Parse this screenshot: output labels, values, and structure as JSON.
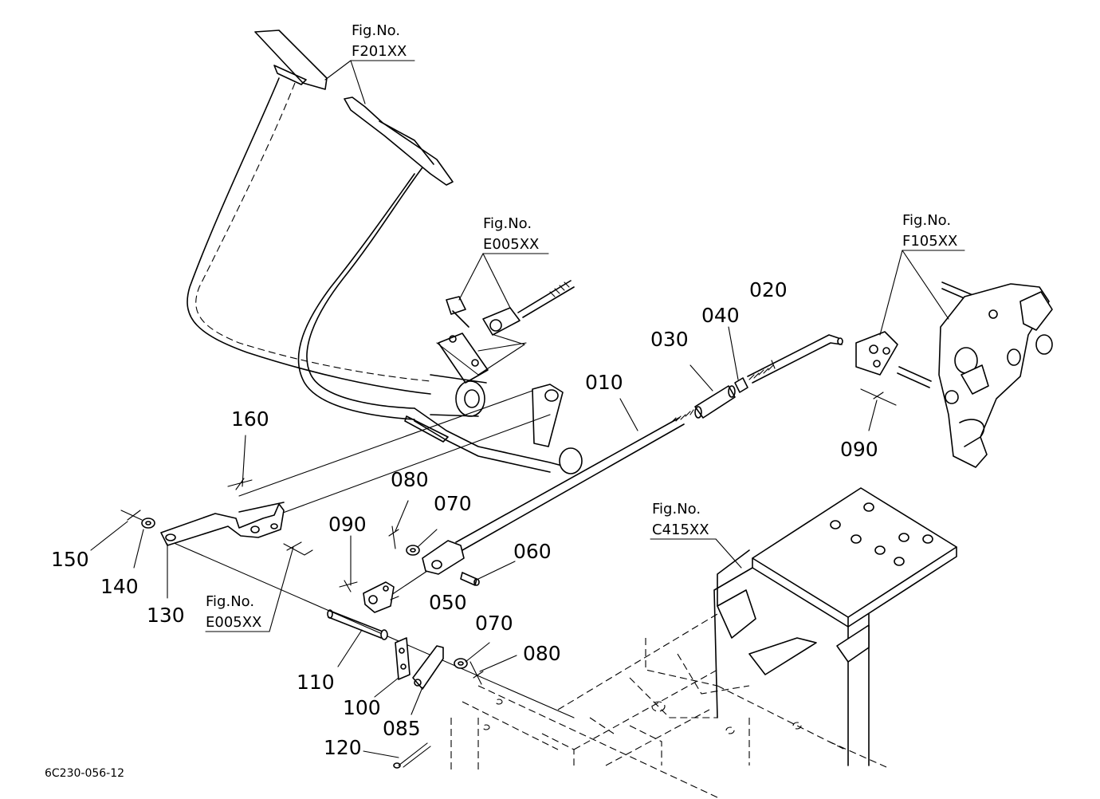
{
  "figure_refs": {
    "f201": {
      "title": "Fig.No.",
      "code": "F201XX"
    },
    "e005_top": {
      "title": "Fig.No.",
      "code": "E005XX"
    },
    "f105": {
      "title": "Fig.No.",
      "code": "F105XX"
    },
    "c415": {
      "title": "Fig.No.",
      "code": "C415XX"
    },
    "e005_bottom": {
      "title": "Fig.No.",
      "code": "E005XX"
    }
  },
  "part_labels": {
    "p010": "010",
    "p020": "020",
    "p030": "030",
    "p040": "040",
    "p050": "050",
    "p060": "060",
    "p070a": "070",
    "p070b": "070",
    "p080a": "080",
    "p080b": "080",
    "p085": "085",
    "p090a": "090",
    "p090b": "090",
    "p100": "100",
    "p110": "110",
    "p120": "120",
    "p130": "130",
    "p140": "140",
    "p150": "150",
    "p160": "160"
  },
  "drawing_code": "6C230-056-12"
}
